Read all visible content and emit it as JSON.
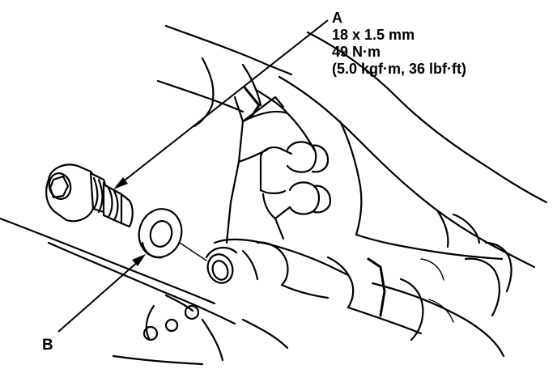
{
  "callouts": {
    "a": {
      "letter": "A",
      "size": "18 x 1.5 mm",
      "torque_nm": "49 N·m",
      "torque_alt": "(5.0 kgf·m, 36 lbf·ft)"
    },
    "b": {
      "letter": "B"
    }
  }
}
